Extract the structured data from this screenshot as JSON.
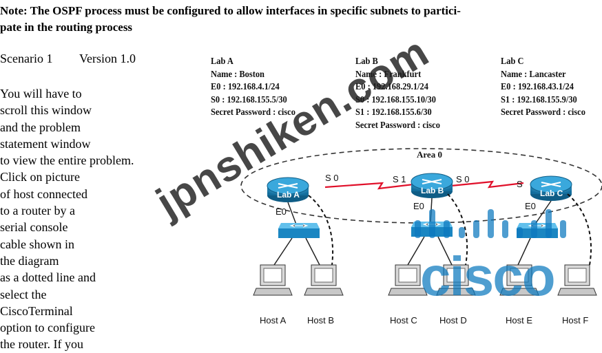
{
  "note": {
    "line1": "Note: The OSPF process must be configured to allow interfaces in specific subnets to partici-",
    "line2": "pate in the routing process"
  },
  "scenario": {
    "label": "Scenario 1",
    "version": "Version 1.0"
  },
  "instructions": [
    "You will have to",
    "scroll this window",
    "and the problem",
    "statement window",
    "to view the entire problem.",
    "Click on picture",
    "of host connected",
    "to a router by a",
    "serial console",
    "cable shown in",
    "the diagram",
    "as a dotted line and",
    "select the",
    "CiscoTerminal",
    "option to configure",
    "the router. If you"
  ],
  "labs": [
    {
      "title": "Lab A",
      "name": "Name : Boston",
      "e": "E0   : 192.168.4.1/24",
      "s1": "S0   : 192.168.155.5/30",
      "s2": "",
      "password": "Secret Password : cisco"
    },
    {
      "title": "Lab B",
      "name": "Name : Frankfurt",
      "e": "E0   : 192.168.29.1/24",
      "s1": "S0   : 192.168.155.10/30",
      "s2": "S1   : 192.168.155.6/30",
      "password": "Secret Password : cisco"
    },
    {
      "title": "Lab C",
      "name": "Name : Lancaster",
      "e": "E0   : 192.168.43.1/24",
      "s1": "S1   : 192.168.155.9/30",
      "s2": "",
      "password": "Secret Password : cisco"
    }
  ],
  "diagram": {
    "area": "Area 0",
    "routers": [
      "Lab A",
      "Lab B",
      "Lab C"
    ],
    "ports": {
      "a_s0": "S 0",
      "b_s1": "S 1",
      "b_s0": "S 0",
      "c_s": "S",
      "a_e0": "E0",
      "b_e0": "E0",
      "c_e0": "E0"
    },
    "hosts": [
      "Host A",
      "Host B",
      "Host C",
      "Host D",
      "Host E",
      "Host F"
    ]
  },
  "watermark": "jpnshiken.com",
  "brand": "cisco",
  "colors": {
    "router": "#1a8fc4",
    "switch": "#2196d3",
    "serial_link": "#e0102a",
    "brand": "#0b78be"
  }
}
